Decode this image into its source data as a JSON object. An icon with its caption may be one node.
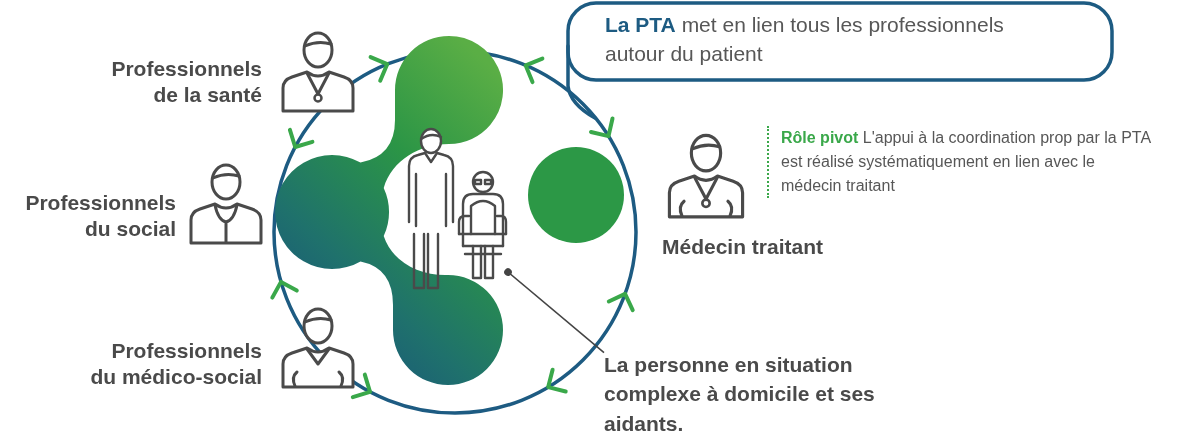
{
  "diagram": {
    "nodes": [
      {
        "text": [
          "**La PTA** met en lien tous les professionnels autour du patient"
        ]
      },
      {
        "text": [
          "Professionnels de la santé"
        ]
      },
      {
        "text": [
          "Professionnels du social"
        ]
      },
      {
        "text": [],
        "shape": "picture"
      },
      {
        "text": [],
        "shape": "circle"
      },
      {
        "text": [
          "Médecin traitant"
        ],
        "beside": [
          "**Rôle pivot** L'appui à la coordination prop par la PTA est réalisé systématiquement en lien avec le médecin traitant"
        ]
      },
      {
        "text": [
          "Professionnels du médico-social"
        ]
      },
      {
        "text": [
          "La personne en situation complexe à domicile et ses aidants."
        ]
      }
    ],
    "edges": [
      {
        "from": 7,
        "to": 3,
        "arrow": "other"
      }
    ]
  }
}
